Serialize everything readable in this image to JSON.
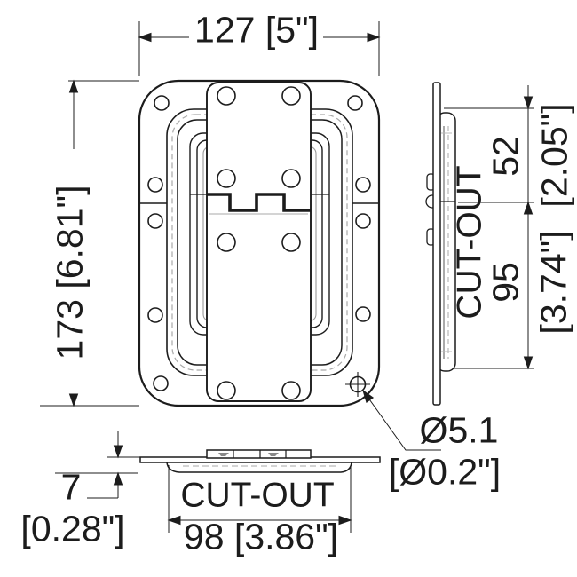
{
  "colors": {
    "line": "#1c1c1c",
    "hidden": "#a9a9a9",
    "background": "#ffffff"
  },
  "front_view": {
    "dim_width": "127 [5\"]",
    "dim_height": "173 [6.81\"]",
    "hole_callout": {
      "metric": "Ø5.1",
      "imperial": "[Ø0.2\"]"
    }
  },
  "side_view": {
    "cutout_label": "CUT-OUT",
    "dim_top_to_hinge": {
      "metric": "52",
      "imperial": "[2.05\"]"
    },
    "dim_hinge_to_bottom": {
      "metric": "95",
      "imperial": "[3.74\"]"
    }
  },
  "bottom_view": {
    "cutout_label": "CUT-OUT",
    "dim_cutout_width": "98 [3.86\"]",
    "dim_depth": {
      "metric": "7",
      "imperial": "[0.28\"]"
    }
  }
}
